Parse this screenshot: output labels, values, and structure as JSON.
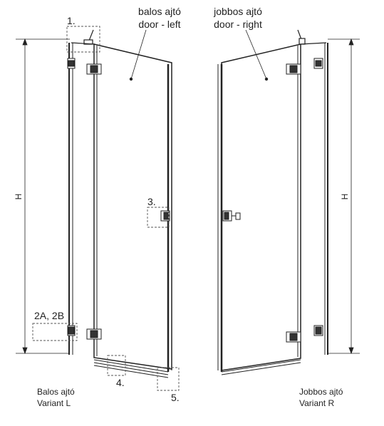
{
  "labels": {
    "left_door_hu": "balos ajtó",
    "left_door_en": "door - left",
    "right_door_hu": "jobbos ajtó",
    "right_door_en": "door - right",
    "dim_left": "H",
    "dim_right": "H",
    "callout_1": "1.",
    "callout_2": "2A, 2B",
    "callout_3": "3.",
    "callout_4": "4.",
    "callout_5": "5."
  },
  "footer": {
    "left_line1": "Balos ajtó",
    "left_line2": "Variant L",
    "right_line1": "Jobbos ajtó",
    "right_line2": "Variant R"
  }
}
